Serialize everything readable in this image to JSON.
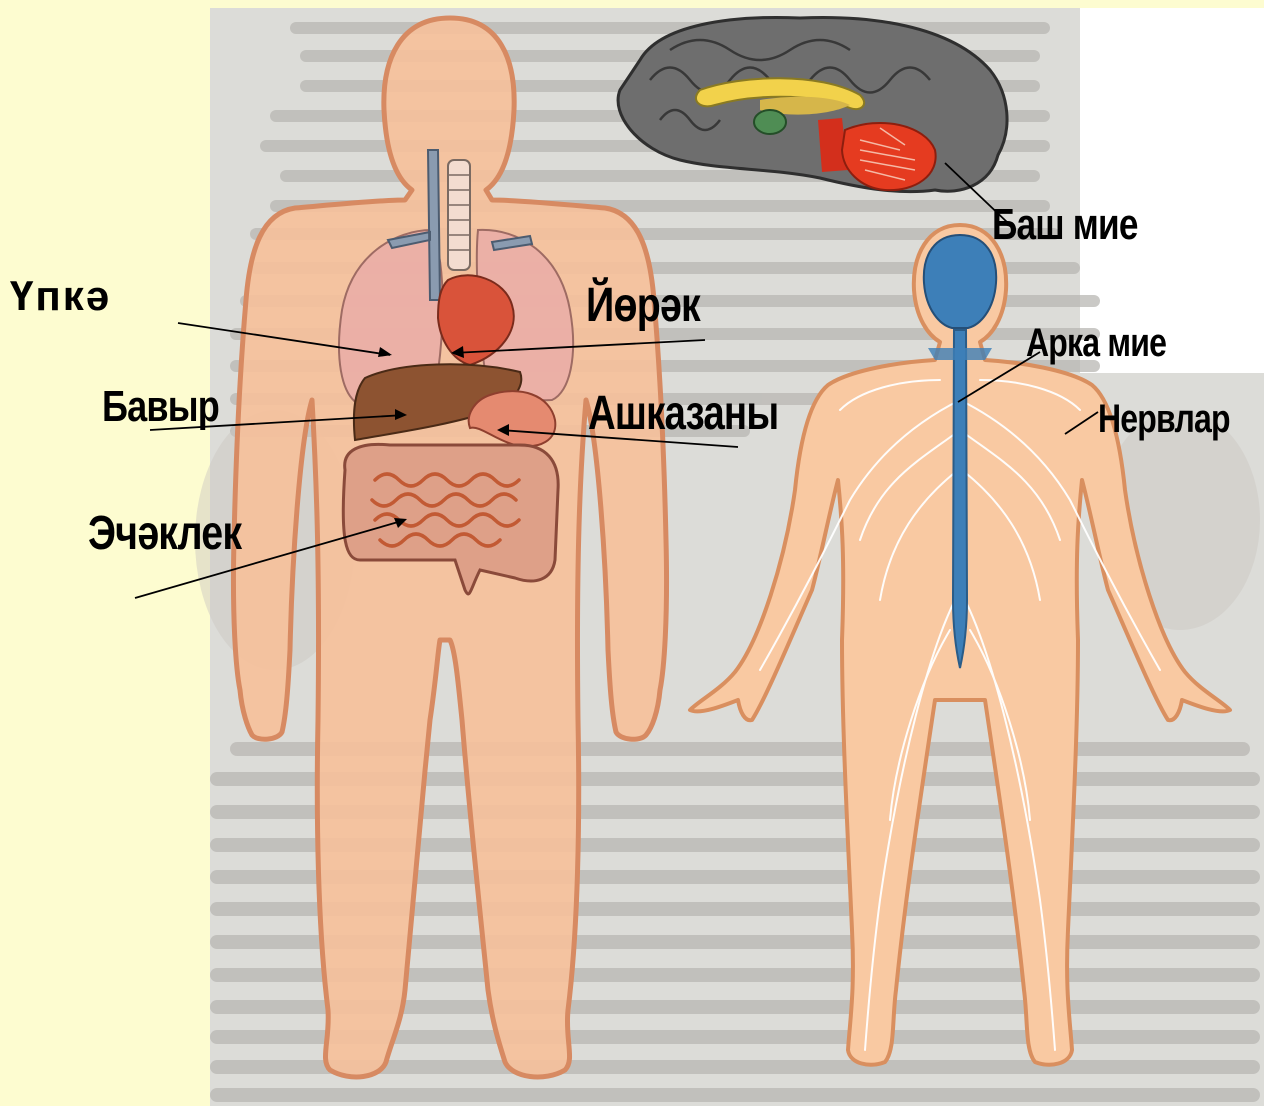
{
  "labels": {
    "lung": "Үпкә",
    "heart": "Йөрәк",
    "liver": "Бавыр",
    "stomach": "Ашказаны",
    "intestine": "Эчәклек",
    "brain": "Баш мие",
    "spinal_cord": "Арка мие",
    "nerves": "Нервлар"
  },
  "colors": {
    "background": "#fdfcd0",
    "page": "#dcdcd8",
    "body_fill": "#f6c09a",
    "body_outline": "#d78a62",
    "nerve": "#3d7fb8",
    "brain_gray": "#6e6e6e",
    "cerebellum": "#e53b20"
  }
}
